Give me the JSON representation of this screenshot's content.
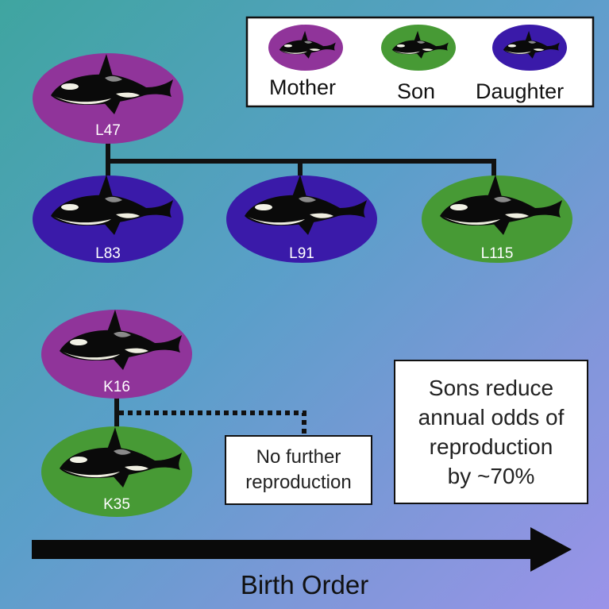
{
  "colors": {
    "mother": "#90349a",
    "son": "#479a35",
    "daughter": "#3a1aa9",
    "line": "#111111"
  },
  "legend": {
    "mother": "Mother",
    "son": "Son",
    "daughter": "Daughter"
  },
  "nodes": {
    "l47": {
      "label": "L47",
      "role": "mother"
    },
    "l83": {
      "label": "L83",
      "role": "daughter"
    },
    "l91": {
      "label": "L91",
      "role": "daughter"
    },
    "l115": {
      "label": "L115",
      "role": "son"
    },
    "k16": {
      "label": "K16",
      "role": "mother"
    },
    "k35": {
      "label": "K35",
      "role": "son"
    }
  },
  "note": {
    "line1": "No further",
    "line2": "reproduction"
  },
  "summary": {
    "line1": "Sons reduce",
    "line2": "annual odds of",
    "line3": "reproduction",
    "line4": "by ~70%"
  },
  "axis": {
    "label": "Birth Order"
  }
}
